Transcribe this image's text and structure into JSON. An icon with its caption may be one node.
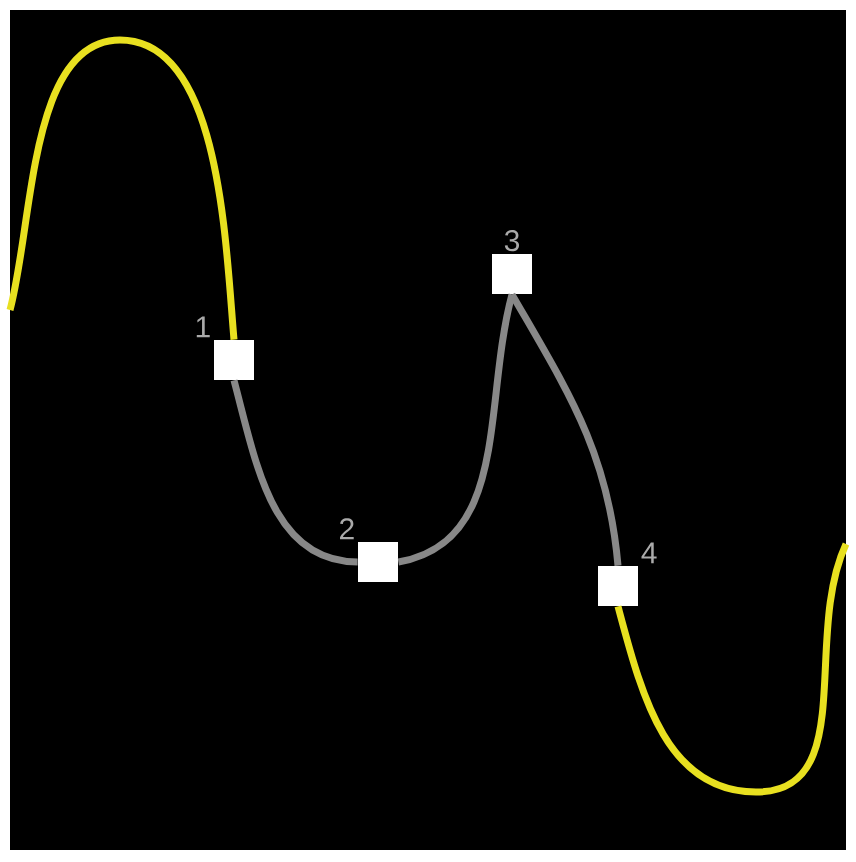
{
  "diagram": {
    "nodes": [
      {
        "text": [
          "1"
        ]
      },
      {
        "text": [
          "2"
        ]
      },
      {
        "text": [
          "3"
        ]
      },
      {
        "text": [
          "4"
        ]
      }
    ],
    "edges": [
      {
        "from": null,
        "to": 0,
        "arrow": "none",
        "color": "#e8e020"
      },
      {
        "from": 0,
        "to": 1,
        "arrow": "none"
      },
      {
        "from": 1,
        "to": 2,
        "arrow": "none"
      },
      {
        "from": 2,
        "to": 3,
        "arrow": "none"
      },
      {
        "from": 3,
        "to": null,
        "arrow": "none",
        "color": "#e8e020"
      }
    ]
  }
}
